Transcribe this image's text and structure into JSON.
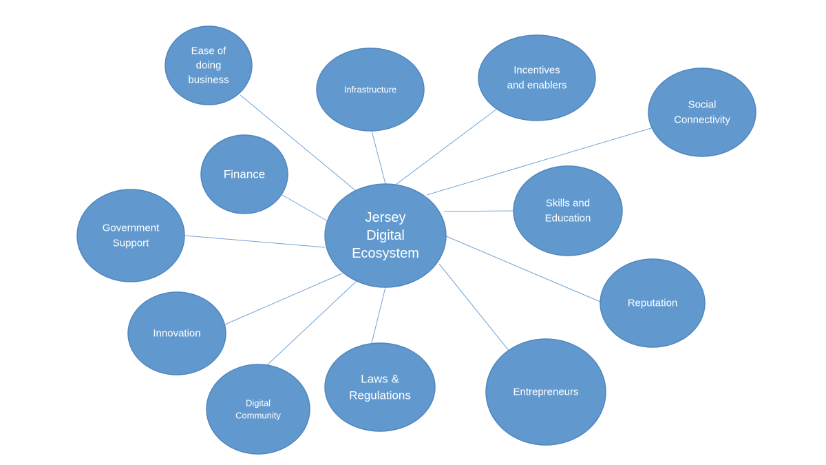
{
  "diagram": {
    "center": {
      "id": "center",
      "lines": [
        "Jersey",
        "Digital",
        "Ecosystem"
      ]
    },
    "nodes": [
      {
        "id": "ease-of-doing-business",
        "lines": [
          "Ease of",
          "doing",
          "business"
        ]
      },
      {
        "id": "infrastructure",
        "lines": [
          "Infrastructure"
        ]
      },
      {
        "id": "incentives-and-enablers",
        "lines": [
          "Incentives",
          "and enablers"
        ]
      },
      {
        "id": "social-connectivity",
        "lines": [
          "Social",
          "Connectivity"
        ]
      },
      {
        "id": "finance",
        "lines": [
          "Finance"
        ]
      },
      {
        "id": "skills-and-education",
        "lines": [
          "Skills and",
          "Education"
        ]
      },
      {
        "id": "government-support",
        "lines": [
          "Government",
          "Support"
        ]
      },
      {
        "id": "reputation",
        "lines": [
          "Reputation"
        ]
      },
      {
        "id": "innovation",
        "lines": [
          "Innovation"
        ]
      },
      {
        "id": "entrepreneurs",
        "lines": [
          "Entrepreneurs"
        ]
      },
      {
        "id": "laws-and-regulations",
        "lines": [
          "Laws &",
          "Regulations"
        ]
      },
      {
        "id": "digital-community",
        "lines": [
          "Digital",
          "Community"
        ]
      }
    ]
  },
  "colors": {
    "bubble_fill": "#6199cf",
    "bubble_stroke": "#4f86bd",
    "connector": "#6fa2d6",
    "label": "#ffffff"
  }
}
